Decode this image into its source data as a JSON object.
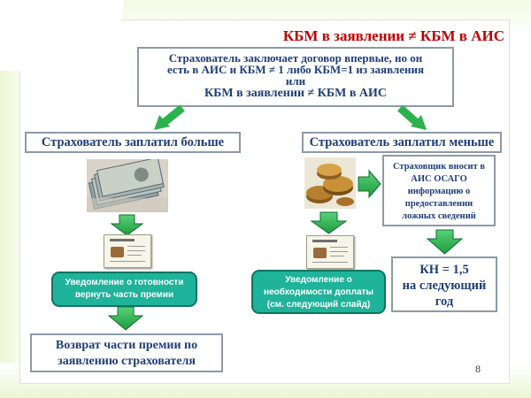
{
  "title": "КБМ в заявлении ≠ КБМ в АИС",
  "condition": {
    "lines": [
      "Страхователь заключает договор впервые, но он",
      "есть в АИС и КБМ ≠ 1 либо КБМ=1 из заявления",
      "или",
      "КБМ в заявлении ≠ КБМ в АИС"
    ]
  },
  "left_branch": {
    "heading": "Страхователь заплатил больше",
    "notification_lines": [
      "Уведомление о готовности",
      "вернуть часть премии"
    ],
    "result_lines": [
      "Возврат части премии по",
      "заявлению  страхователя"
    ]
  },
  "right_branch": {
    "heading": "Страхователь заплатил меньше",
    "insurer_lines": [
      "Страховщик вносит в",
      "АИС ОСАГО",
      "информацию о",
      "предоставлении",
      "ложных сведений"
    ],
    "notification_lines": [
      "Уведомление о",
      "необходимости доплаты",
      "(см. следующий слайд)"
    ],
    "kn_lines": [
      "КН = 1,5",
      "на следующий",
      "год"
    ]
  },
  "page_number": "8",
  "colors": {
    "title_red": "#c00000",
    "text_blue": "#1f3e78",
    "green_fill": "#1eb39a",
    "arrow_green": "#2bb24c",
    "border_gray": "#8c9aa8"
  }
}
